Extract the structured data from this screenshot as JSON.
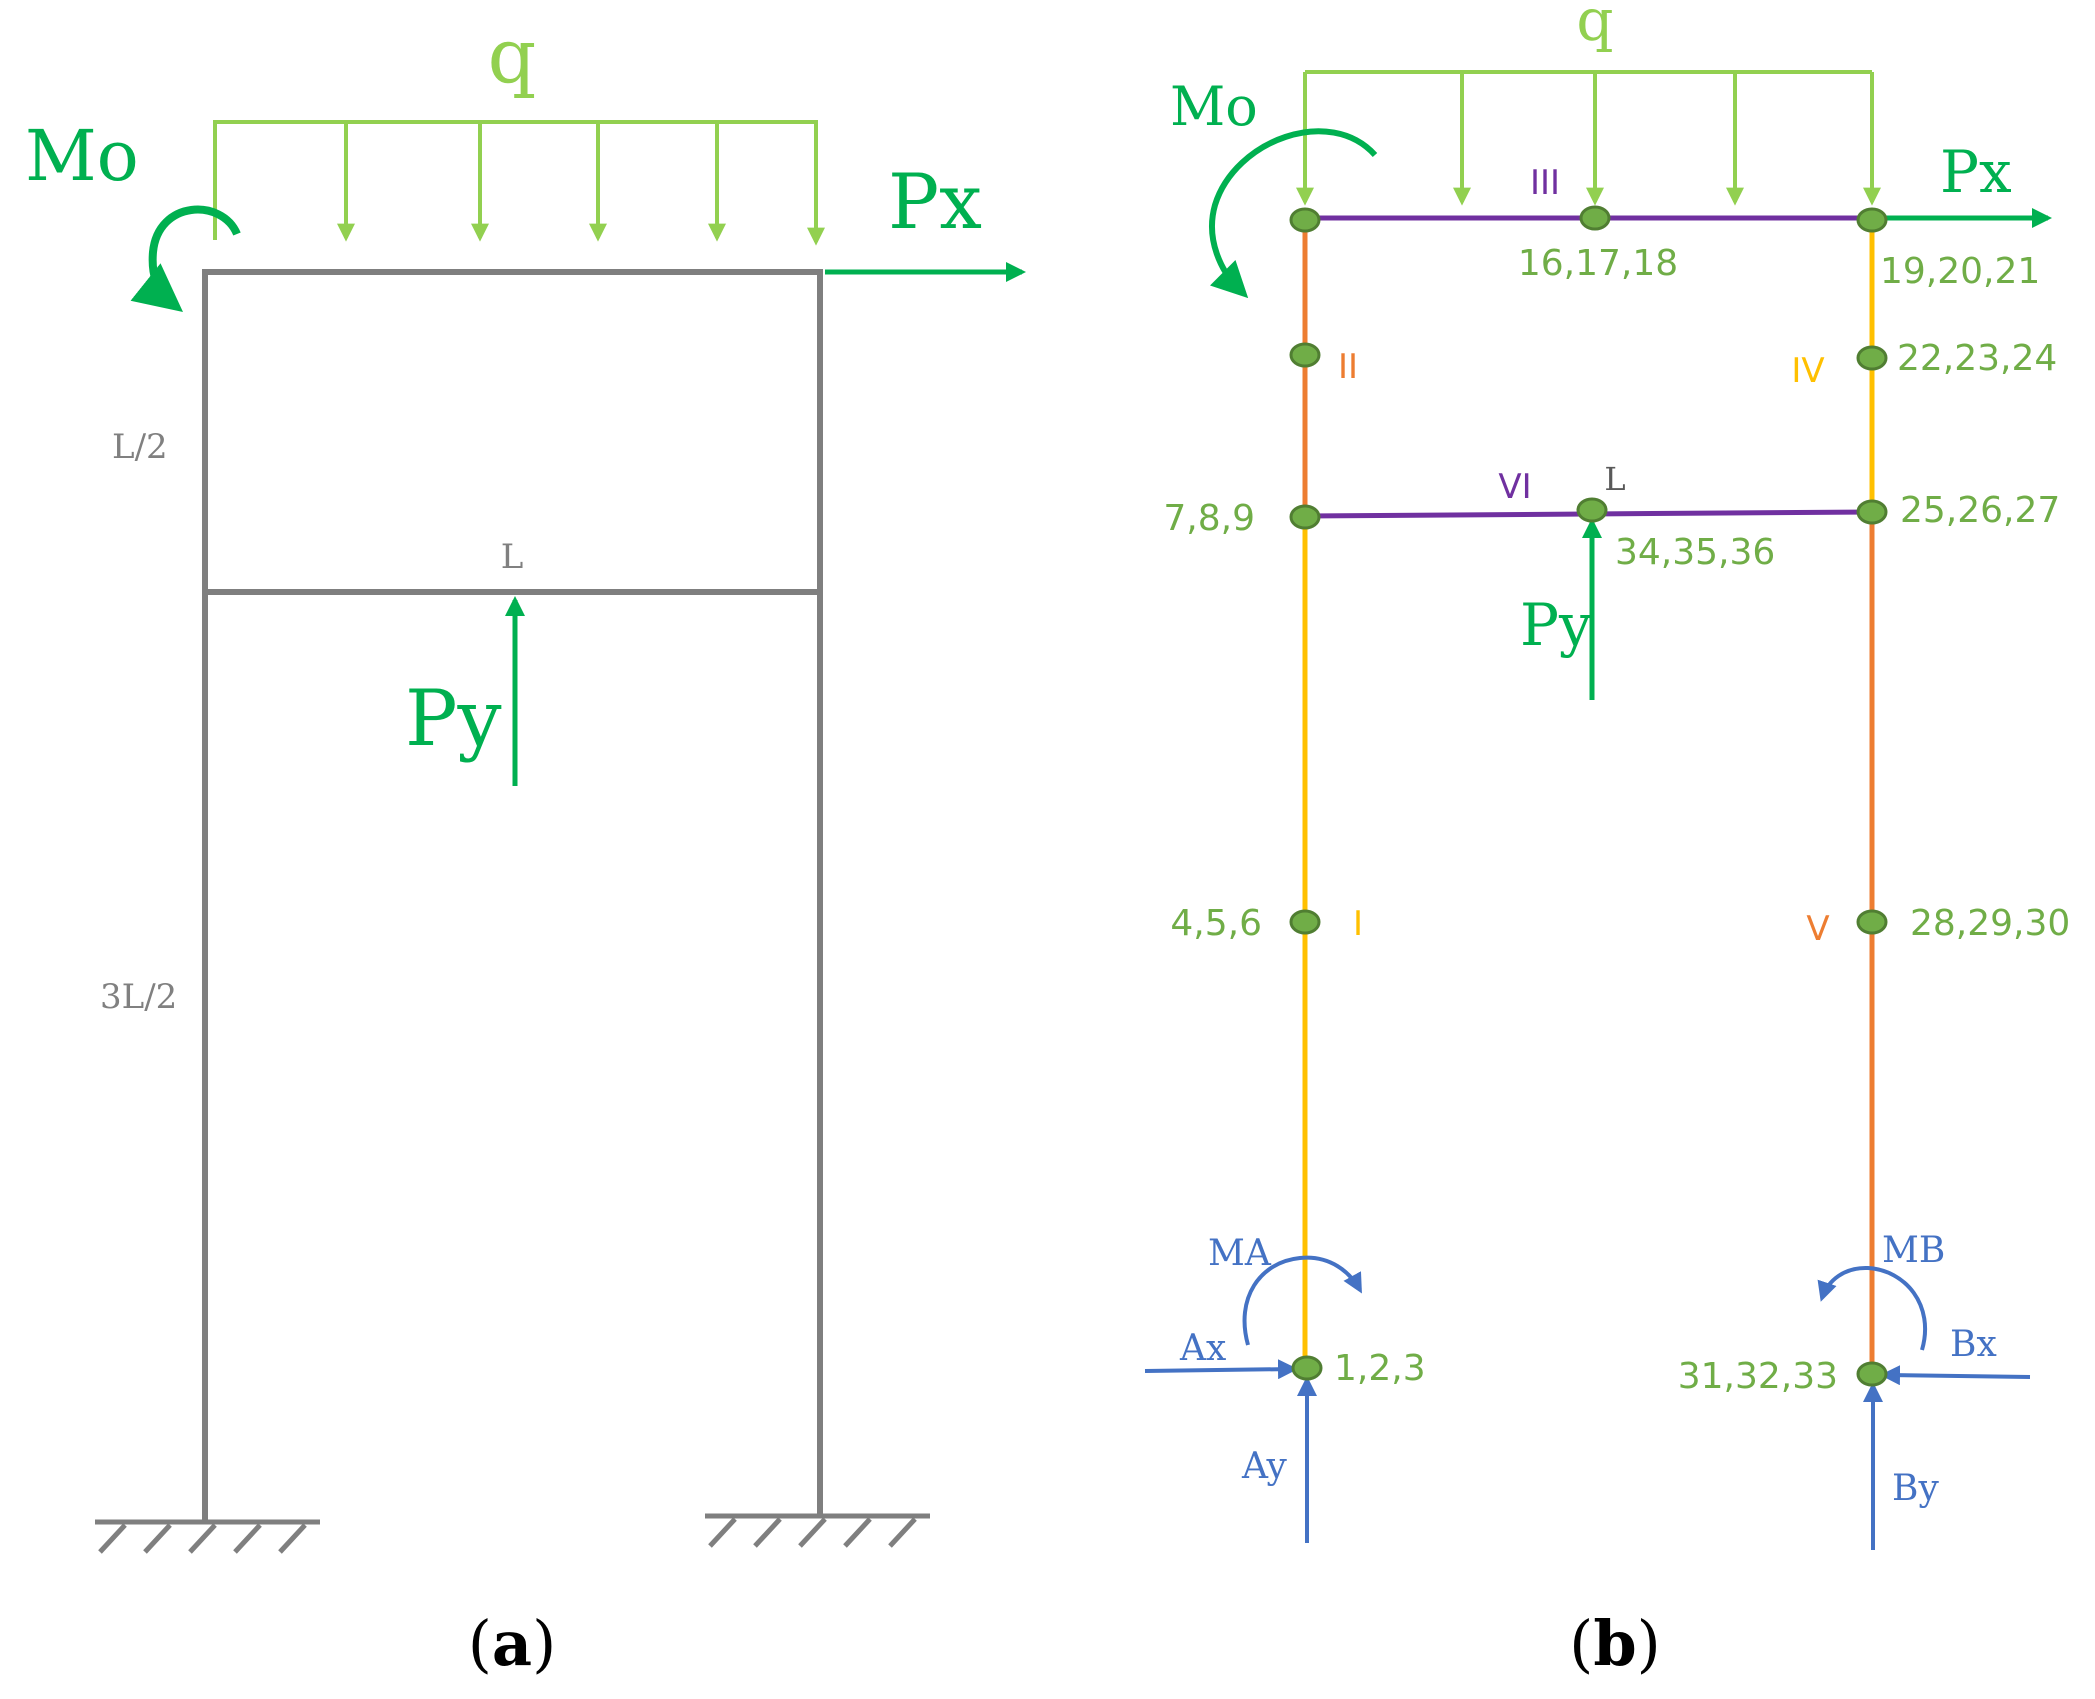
{
  "colors": {
    "frame_gray": "#7f7f7f",
    "load_light_green": "#92d050",
    "load_green": "#00b050",
    "node_fill": "#70ad47",
    "node_stroke": "#507e32",
    "node_label": "#70ad47",
    "orange": "#ed7d31",
    "yellow": "#ffc000",
    "purple": "#7030a0",
    "reaction_blue": "#4472c4",
    "dim_gray": "#808080"
  },
  "panel_a": {
    "caption": "a",
    "loads": {
      "q": "q",
      "mo": "Mo",
      "px": "Px",
      "py": "Py"
    },
    "dims": {
      "upper_height": "L/2",
      "lower_height": "3L/2",
      "beam_length": "L"
    }
  },
  "panel_b": {
    "caption": "b",
    "loads": {
      "q": "q",
      "mo": "Mo",
      "px": "Px",
      "py": "Py"
    },
    "beam_dim": "L",
    "elements": {
      "e1": "I",
      "e2": "II",
      "e3": "III",
      "e4": "IV",
      "e5": "V",
      "e6": "VI"
    },
    "nodes": {
      "n1": "1,2,3",
      "n2": "4,5,6",
      "n3": "7,8,9",
      "n6": "16,17,18",
      "n7": "19,20,21",
      "n8": "22,23,24",
      "n9": "25,26,27",
      "n10": "28,29,30",
      "n11": "31,32,33",
      "n12": "34,35,36"
    },
    "reactions": {
      "ma": "MA",
      "ax": "Ax",
      "ay": "Ay",
      "mb": "MB",
      "bx": "Bx",
      "by": "By"
    }
  }
}
